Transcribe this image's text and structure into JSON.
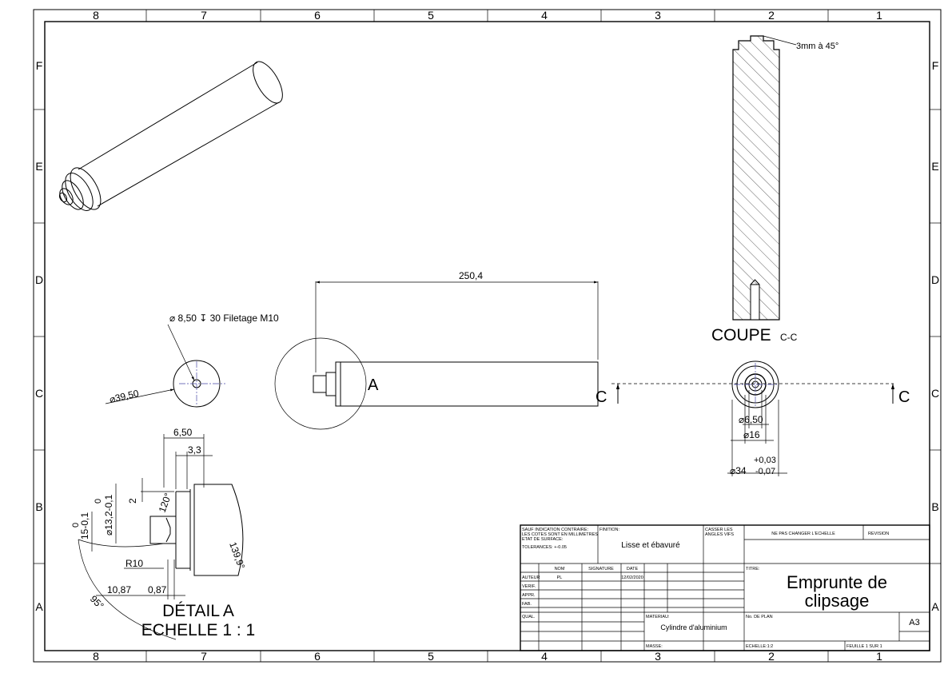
{
  "border": {
    "columns": [
      "8",
      "7",
      "6",
      "5",
      "4",
      "3",
      "2",
      "1"
    ],
    "rows": [
      "F",
      "E",
      "D",
      "C",
      "B",
      "A"
    ]
  },
  "views": {
    "section_title": "COUPE",
    "section_suffix": "C-C",
    "detail_title": "DÉTAIL A",
    "detail_scale": "ECHELLE 1 : 1",
    "detail_marker": "A",
    "cut_marker": "C"
  },
  "dimensions": {
    "chamfer": "3mm à 45°",
    "length": "250,4",
    "hole_callout": "⌀ 8,50 ↧ 30 Filetage M10",
    "dia_outer": "⌀39,50",
    "dia_6_50": "⌀6,50",
    "dia_16": "⌀16",
    "dia_34": "⌀34",
    "tol_upper": "+0,03",
    "tol_lower": "-0,07",
    "d_6_50": "6,50",
    "d_3_3": "3,3",
    "d_2": "2",
    "d_120": "120°",
    "d_13_tol": "⌀13,2-0,1",
    "d_13_0": "0",
    "d_15_tol": "15-0,1",
    "d_15_0": "0",
    "d_r10": "R10",
    "d_10_87": "10,87",
    "d_0_87": "0,87",
    "d_95": "95°",
    "d_139": "139,9°"
  },
  "title_block": {
    "general_notes": [
      "SAUF INDICATION CONTRAIRE:",
      "LES COTES SONT EN MILLIMETRES",
      "ETAT DE SURFACE:",
      "TOLERANCES: +-0.05"
    ],
    "finish_label": "FINITION:",
    "finish_value": "Lisse et ébavuré",
    "edges_label": [
      "CASSER LES",
      "ANGLES VIFS"
    ],
    "no_scale": "NE PAS CHANGER L'ECHELLE",
    "revision_label": "REVISION",
    "col_nom": "NOM",
    "col_signature": "SIGNATURE",
    "col_date": "DATE",
    "row_auteur": "AUTEUR",
    "auteur_name": "PL",
    "auteur_date": "12/02/2020",
    "row_verif": "VERIF.",
    "row_appr": "APPR.",
    "row_fab": "FAB.",
    "row_qual": "QUAL.",
    "title_label": "TITRE:",
    "title_line1": "Emprunte de",
    "title_line2": "clipsage",
    "material_label": "MATERIAU:",
    "material_value": "Cylindre d'aluminium",
    "plan_label": "No. DE PLAN",
    "format": "A3",
    "mass_label": "MASSE:",
    "scale_label": "ECHELLE:1:2",
    "sheet_label": "FEUILLE 1 SUR 1"
  }
}
